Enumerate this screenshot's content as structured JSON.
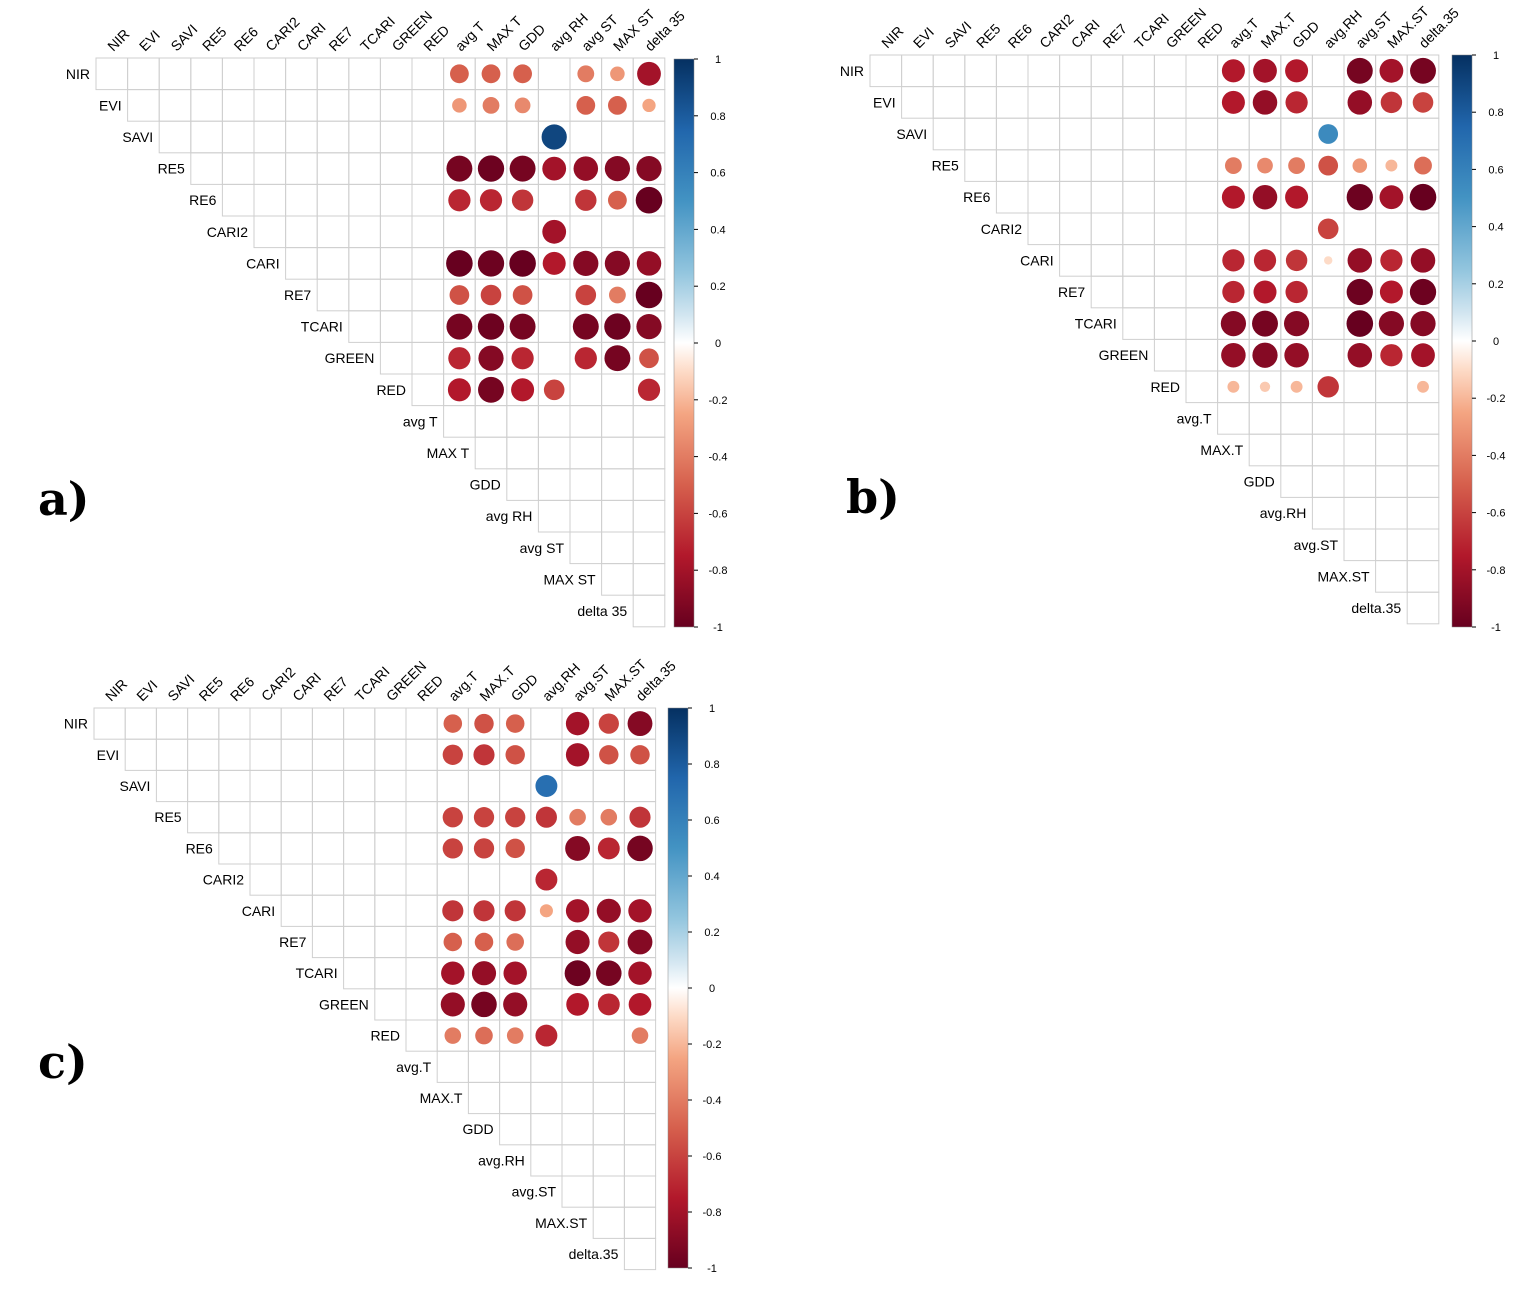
{
  "panel_labels": [
    "a)",
    "b)",
    "c)"
  ],
  "colorbar_ticks": [
    "1",
    "0.8",
    "0.6",
    "0.4",
    "0.2",
    "0",
    "-0.2",
    "-0.4",
    "-0.6",
    "-0.8",
    "-1"
  ],
  "chart_data": [
    {
      "type": "heatmap",
      "title": "",
      "labels": [
        "NIR",
        "EVI",
        "SAVI",
        "RE5",
        "RE6",
        "CARI2",
        "CARI",
        "RE7",
        "TCARI",
        "GREEN",
        "RED",
        "avg T",
        "MAX T",
        "GDD",
        "avg RH",
        "avg ST",
        "MAX ST",
        "delta 35"
      ],
      "value_range": [
        -1,
        1
      ],
      "cells": [
        [
          0,
          11,
          -0.5
        ],
        [
          0,
          12,
          -0.5
        ],
        [
          0,
          13,
          -0.5
        ],
        [
          0,
          15,
          -0.4
        ],
        [
          0,
          16,
          -0.3
        ],
        [
          0,
          17,
          -0.8
        ],
        [
          1,
          11,
          -0.3
        ],
        [
          1,
          12,
          -0.4
        ],
        [
          1,
          13,
          -0.35
        ],
        [
          1,
          15,
          -0.5
        ],
        [
          1,
          16,
          -0.5
        ],
        [
          1,
          17,
          -0.25
        ],
        [
          2,
          14,
          0.9
        ],
        [
          3,
          11,
          -0.95
        ],
        [
          3,
          12,
          -0.98
        ],
        [
          3,
          13,
          -0.95
        ],
        [
          3,
          14,
          -0.8
        ],
        [
          3,
          15,
          -0.85
        ],
        [
          3,
          16,
          -0.9
        ],
        [
          3,
          17,
          -0.9
        ],
        [
          4,
          11,
          -0.7
        ],
        [
          4,
          12,
          -0.7
        ],
        [
          4,
          13,
          -0.65
        ],
        [
          4,
          15,
          -0.65
        ],
        [
          4,
          16,
          -0.5
        ],
        [
          4,
          17,
          -1.0
        ],
        [
          5,
          14,
          -0.8
        ],
        [
          6,
          11,
          -1.0
        ],
        [
          6,
          12,
          -0.98
        ],
        [
          6,
          13,
          -1.0
        ],
        [
          6,
          14,
          -0.75
        ],
        [
          6,
          15,
          -0.9
        ],
        [
          6,
          16,
          -0.9
        ],
        [
          6,
          17,
          -0.85
        ],
        [
          7,
          11,
          -0.55
        ],
        [
          7,
          12,
          -0.6
        ],
        [
          7,
          13,
          -0.55
        ],
        [
          7,
          15,
          -0.6
        ],
        [
          7,
          16,
          -0.4
        ],
        [
          7,
          17,
          -1.0
        ],
        [
          8,
          11,
          -0.95
        ],
        [
          8,
          12,
          -0.98
        ],
        [
          8,
          13,
          -0.95
        ],
        [
          8,
          15,
          -0.95
        ],
        [
          8,
          16,
          -0.98
        ],
        [
          8,
          17,
          -0.9
        ],
        [
          9,
          11,
          -0.7
        ],
        [
          9,
          12,
          -0.9
        ],
        [
          9,
          13,
          -0.7
        ],
        [
          9,
          15,
          -0.7
        ],
        [
          9,
          16,
          -0.95
        ],
        [
          9,
          17,
          -0.55
        ],
        [
          10,
          11,
          -0.75
        ],
        [
          10,
          12,
          -0.95
        ],
        [
          10,
          13,
          -0.75
        ],
        [
          10,
          14,
          -0.6
        ],
        [
          10,
          17,
          -0.7
        ]
      ]
    },
    {
      "type": "heatmap",
      "title": "",
      "labels": [
        "NIR",
        "EVI",
        "SAVI",
        "RE5",
        "RE6",
        "CARI2",
        "CARI",
        "RE7",
        "TCARI",
        "GREEN",
        "RED",
        "avg.T",
        "MAX.T",
        "GDD",
        "avg.RH",
        "avg.ST",
        "MAX.ST",
        "delta.35"
      ],
      "value_range": [
        -1,
        1
      ],
      "cells": [
        [
          0,
          11,
          -0.75
        ],
        [
          0,
          12,
          -0.8
        ],
        [
          0,
          13,
          -0.75
        ],
        [
          0,
          15,
          -0.95
        ],
        [
          0,
          16,
          -0.8
        ],
        [
          0,
          17,
          -0.95
        ],
        [
          1,
          11,
          -0.75
        ],
        [
          1,
          12,
          -0.85
        ],
        [
          1,
          13,
          -0.7
        ],
        [
          1,
          15,
          -0.85
        ],
        [
          1,
          16,
          -0.65
        ],
        [
          1,
          17,
          -0.6
        ],
        [
          2,
          14,
          0.55
        ],
        [
          3,
          11,
          -0.4
        ],
        [
          3,
          12,
          -0.35
        ],
        [
          3,
          13,
          -0.4
        ],
        [
          3,
          14,
          -0.55
        ],
        [
          3,
          15,
          -0.3
        ],
        [
          3,
          16,
          -0.2
        ],
        [
          3,
          17,
          -0.45
        ],
        [
          4,
          11,
          -0.75
        ],
        [
          4,
          12,
          -0.85
        ],
        [
          4,
          13,
          -0.75
        ],
        [
          4,
          15,
          -0.98
        ],
        [
          4,
          16,
          -0.8
        ],
        [
          4,
          17,
          -1.0
        ],
        [
          5,
          14,
          -0.6
        ],
        [
          6,
          11,
          -0.7
        ],
        [
          6,
          12,
          -0.7
        ],
        [
          6,
          13,
          -0.65
        ],
        [
          6,
          14,
          -0.1
        ],
        [
          6,
          15,
          -0.85
        ],
        [
          6,
          16,
          -0.7
        ],
        [
          6,
          17,
          -0.85
        ],
        [
          7,
          11,
          -0.7
        ],
        [
          7,
          12,
          -0.75
        ],
        [
          7,
          13,
          -0.7
        ],
        [
          7,
          15,
          -0.98
        ],
        [
          7,
          16,
          -0.75
        ],
        [
          7,
          17,
          -0.98
        ],
        [
          8,
          11,
          -0.9
        ],
        [
          8,
          12,
          -0.95
        ],
        [
          8,
          13,
          -0.9
        ],
        [
          8,
          15,
          -1.0
        ],
        [
          8,
          16,
          -0.9
        ],
        [
          8,
          17,
          -0.9
        ],
        [
          9,
          11,
          -0.85
        ],
        [
          9,
          12,
          -0.9
        ],
        [
          9,
          13,
          -0.85
        ],
        [
          9,
          15,
          -0.85
        ],
        [
          9,
          16,
          -0.7
        ],
        [
          9,
          17,
          -0.8
        ],
        [
          10,
          11,
          -0.2
        ],
        [
          10,
          12,
          -0.15
        ],
        [
          10,
          13,
          -0.2
        ],
        [
          10,
          14,
          -0.65
        ],
        [
          10,
          17,
          -0.2
        ]
      ]
    },
    {
      "type": "heatmap",
      "title": "",
      "labels": [
        "NIR",
        "EVI",
        "SAVI",
        "RE5",
        "RE6",
        "CARI2",
        "CARI",
        "RE7",
        "TCARI",
        "GREEN",
        "RED",
        "avg.T",
        "MAX.T",
        "GDD",
        "avg.RH",
        "avg.ST",
        "MAX.ST",
        "delta.35"
      ],
      "value_range": [
        -1,
        1
      ],
      "cells": [
        [
          0,
          11,
          -0.5
        ],
        [
          0,
          12,
          -0.55
        ],
        [
          0,
          13,
          -0.5
        ],
        [
          0,
          15,
          -0.8
        ],
        [
          0,
          16,
          -0.6
        ],
        [
          0,
          17,
          -0.9
        ],
        [
          1,
          11,
          -0.6
        ],
        [
          1,
          12,
          -0.65
        ],
        [
          1,
          13,
          -0.55
        ],
        [
          1,
          15,
          -0.8
        ],
        [
          1,
          16,
          -0.55
        ],
        [
          1,
          17,
          -0.55
        ],
        [
          2,
          14,
          0.7
        ],
        [
          3,
          11,
          -0.6
        ],
        [
          3,
          12,
          -0.6
        ],
        [
          3,
          13,
          -0.6
        ],
        [
          3,
          14,
          -0.65
        ],
        [
          3,
          15,
          -0.4
        ],
        [
          3,
          16,
          -0.4
        ],
        [
          3,
          17,
          -0.65
        ],
        [
          4,
          11,
          -0.6
        ],
        [
          4,
          12,
          -0.6
        ],
        [
          4,
          13,
          -0.55
        ],
        [
          4,
          15,
          -0.9
        ],
        [
          4,
          16,
          -0.7
        ],
        [
          4,
          17,
          -0.95
        ],
        [
          5,
          14,
          -0.7
        ],
        [
          6,
          11,
          -0.65
        ],
        [
          6,
          12,
          -0.65
        ],
        [
          6,
          13,
          -0.65
        ],
        [
          6,
          14,
          -0.25
        ],
        [
          6,
          15,
          -0.8
        ],
        [
          6,
          16,
          -0.85
        ],
        [
          6,
          17,
          -0.8
        ],
        [
          7,
          11,
          -0.5
        ],
        [
          7,
          12,
          -0.5
        ],
        [
          7,
          13,
          -0.45
        ],
        [
          7,
          15,
          -0.85
        ],
        [
          7,
          16,
          -0.65
        ],
        [
          7,
          17,
          -0.9
        ],
        [
          8,
          11,
          -0.8
        ],
        [
          8,
          12,
          -0.85
        ],
        [
          8,
          13,
          -0.8
        ],
        [
          8,
          15,
          -0.98
        ],
        [
          8,
          16,
          -0.95
        ],
        [
          8,
          17,
          -0.8
        ],
        [
          9,
          11,
          -0.85
        ],
        [
          9,
          12,
          -0.95
        ],
        [
          9,
          13,
          -0.85
        ],
        [
          9,
          15,
          -0.75
        ],
        [
          9,
          16,
          -0.7
        ],
        [
          9,
          17,
          -0.75
        ],
        [
          10,
          11,
          -0.4
        ],
        [
          10,
          12,
          -0.45
        ],
        [
          10,
          13,
          -0.4
        ],
        [
          10,
          14,
          -0.7
        ],
        [
          10,
          17,
          -0.4
        ]
      ]
    }
  ]
}
